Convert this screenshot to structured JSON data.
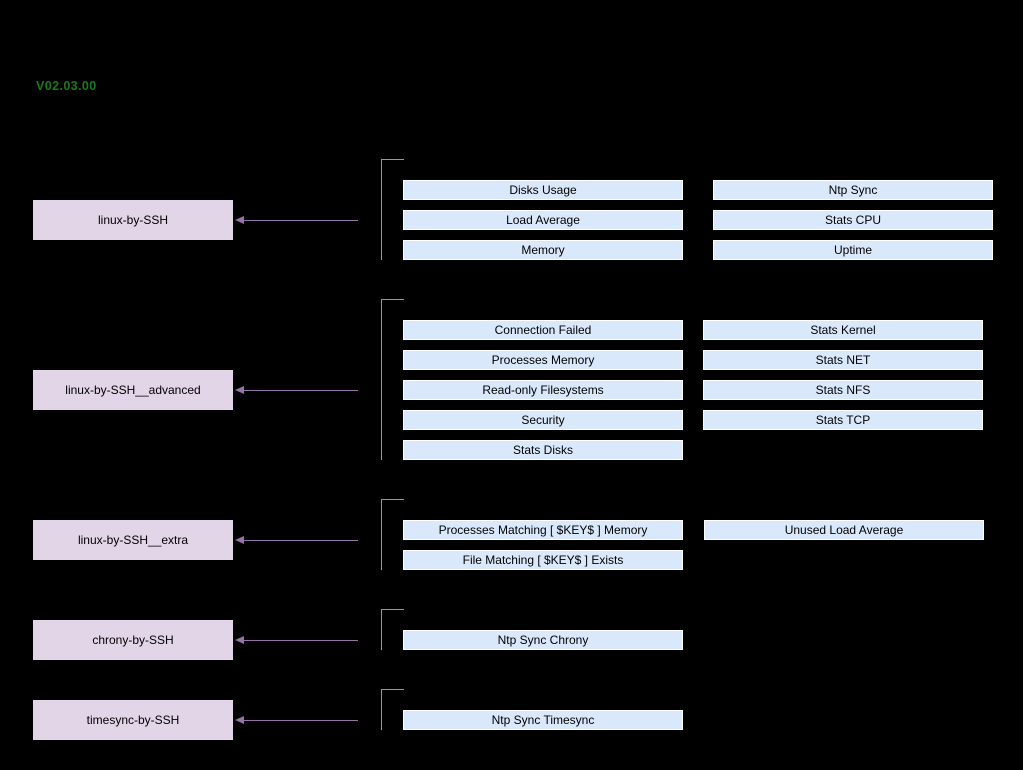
{
  "version_label": "V02.03.00",
  "colors": {
    "background": "#000000",
    "version_green": "#1a7a1a",
    "template_box_fill": "#e1d5e7",
    "check_box_fill": "#dae8fc",
    "check_box_border": "#ffffff",
    "bracket_line": "#8498c8",
    "arrow_line": "#9673a6",
    "box_text": "#000000"
  },
  "groups": [
    {
      "template": "linux-by-SSH",
      "checks_col1": [
        "Disks Usage",
        "Load Average",
        "Memory"
      ],
      "checks_col2": [
        "Ntp Sync",
        "Stats CPU",
        "Uptime"
      ]
    },
    {
      "template": "linux-by-SSH__advanced",
      "checks_col1": [
        "Connection Failed",
        "Processes Memory",
        "Read-only Filesystems",
        "Security",
        "Stats Disks"
      ],
      "checks_col2": [
        "Stats Kernel",
        "Stats NET",
        "Stats NFS",
        "Stats TCP"
      ]
    },
    {
      "template": "linux-by-SSH__extra",
      "checks_col1": [
        "Processes Matching [ $KEY$ ] Memory",
        "File Matching [ $KEY$ ] Exists"
      ],
      "checks_col2": [
        "Unused Load Average"
      ]
    },
    {
      "template": "chrony-by-SSH",
      "checks_col1": [
        "Ntp Sync Chrony"
      ],
      "checks_col2": []
    },
    {
      "template": "timesync-by-SSH",
      "checks_col1": [
        "Ntp Sync Timesync"
      ],
      "checks_col2": []
    }
  ]
}
